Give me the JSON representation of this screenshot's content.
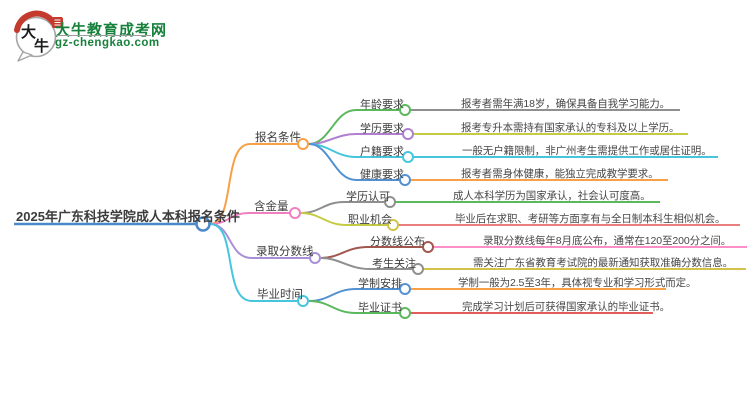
{
  "header": {
    "site_name": "大牛教育成考网",
    "site_url": "gz-chengkao.com",
    "logo_char_1": "大",
    "logo_char_2": "牛",
    "brand_green": "#17813c",
    "brand_red": "#c43b2e"
  },
  "mindmap": {
    "root": "2025年广东科技学院成人本科报名条件",
    "branches": [
      {
        "label": "报名条件",
        "children": [
          {
            "label": "年龄要求",
            "detail": "报考者需年满18岁，确保具备自我学习能力。"
          },
          {
            "label": "学历要求",
            "detail": "报考专升本需持有国家承认的专科及以上学历。"
          },
          {
            "label": "户籍要求",
            "detail": "一般无户籍限制，非广州考生需提供工作或居住证明。"
          },
          {
            "label": "健康要求",
            "detail": "报考者需身体健康，能独立完成教学要求。"
          }
        ]
      },
      {
        "label": "含金量",
        "children": [
          {
            "label": "学历认可",
            "detail": "成人本科学历为国家承认，社会认可度高。"
          },
          {
            "label": "职业机会",
            "detail": "毕业后在求职、考研等方面享有与全日制本科生相似机会。"
          }
        ]
      },
      {
        "label": "录取分数线",
        "children": [
          {
            "label": "分数线公布",
            "detail": "录取分数线每年8月底公布，通常在120至200分之间。"
          },
          {
            "label": "考生关注",
            "detail": "需关注广东省教育考试院的最新通知获取准确分数信息。"
          }
        ]
      },
      {
        "label": "毕业时间",
        "children": [
          {
            "label": "学制安排",
            "detail": "学制一般为2.5至3年，具体视专业和学习形式而定。"
          },
          {
            "label": "毕业证书",
            "detail": "完成学习计划后可获得国家承认的毕业证书。"
          }
        ]
      }
    ]
  },
  "colors": {
    "root_blue": "#4a89c8",
    "orange": "#f7a045",
    "pink": "#f07fc0",
    "light_purple": "#a98fd8",
    "cyan": "#45c6dd",
    "green": "#5cb85c",
    "purple": "#b07fd0",
    "blue": "#5291d2",
    "gray": "#8f8f8f",
    "yellow_green": "#c5cc43",
    "brown": "#a1574e",
    "bright_pink": "#fb8ec6",
    "salmon": "#e87e7e",
    "red": "#e25c5c",
    "dark_yellow": "#d2c24a"
  }
}
